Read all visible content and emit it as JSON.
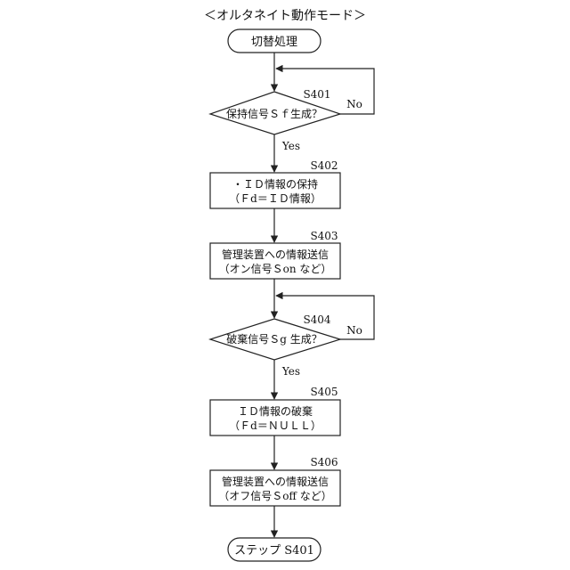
{
  "title": "＜オルタネイト動作モード＞",
  "start": {
    "label": "切替処理"
  },
  "end": {
    "label": "ステップ S401"
  },
  "steps": [
    {
      "id": "S401",
      "type": "decision",
      "label": "保持信号Ｓｆ生成？",
      "no": "No",
      "yes": "Yes"
    },
    {
      "id": "S402",
      "type": "process",
      "line1": "・ＩＤ情報の保持",
      "line2": "（Ｆd＝ＩＤ情報）"
    },
    {
      "id": "S403",
      "type": "process",
      "line1": "管理装置への情報送信",
      "line2": "（オン信号Ｓon など）"
    },
    {
      "id": "S404",
      "type": "decision",
      "label": "破棄信号Ｓg 生成？",
      "no": "No",
      "yes": "Yes"
    },
    {
      "id": "S405",
      "type": "process",
      "line1": "ＩＤ情報の破棄",
      "line2": "（Ｆd＝ＮＵＬＬ）"
    },
    {
      "id": "S406",
      "type": "process",
      "line1": "管理装置への情報送信",
      "line2": "（オフ信号Ｓoff など）"
    }
  ]
}
